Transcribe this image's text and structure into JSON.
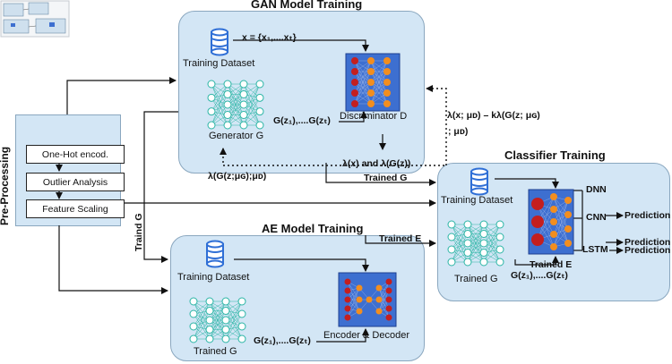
{
  "gan": {
    "title": "GAN Model Training",
    "dataset_label": "Training Dataset",
    "x_equation": "x = {x₁,....xₜ}",
    "generator_label": "Generator G",
    "gz_label": "G(z₁),....G(zₜ)",
    "discriminator_label": "Discriminator D"
  },
  "loss_label_1": "λ(x; μᴅ) – kλ(G(z; μɢ)",
  "loss_label_2": "; μᴅ)",
  "lambda_pair_label": "λ(x) and λ(G(z))",
  "lambda_g_label": "λ(G(z;μɢ);μᴅ)",
  "trained_g_label": "Trained G",
  "traind_g_vertical": "Traind G",
  "trained_e_label": "Trained E",
  "preprocessing": {
    "vertical_label": "Pre-Processing",
    "steps": [
      "One-Hot encod.",
      "Outlier Analysis",
      "Feature Scaling"
    ]
  },
  "classifier": {
    "title": "Classifier Training",
    "dataset_label": "Training Dataset",
    "trained_e_label": "Trained E",
    "gz_label": "G(z₁),....G(zₜ)",
    "trained_g_label": "Trained G",
    "models": [
      "DNN",
      "CNN",
      "LSTM"
    ],
    "prediction_label": "Prediction"
  },
  "ae": {
    "title": "AE Model Training",
    "dataset_label": "Training Dataset",
    "gz_label": "G(z₁),....G(zₜ)",
    "trained_g_label": "Trained G",
    "encdec_label": "Encoder & Decoder"
  },
  "colors": {
    "panel_fill": "#d3e6f5",
    "network_teal": "#2bb5a5",
    "nn_box": "#3d6fd0",
    "nn_red": "#c41f1f",
    "nn_orange": "#f28e1f",
    "db_blue": "#2f6fd6"
  }
}
